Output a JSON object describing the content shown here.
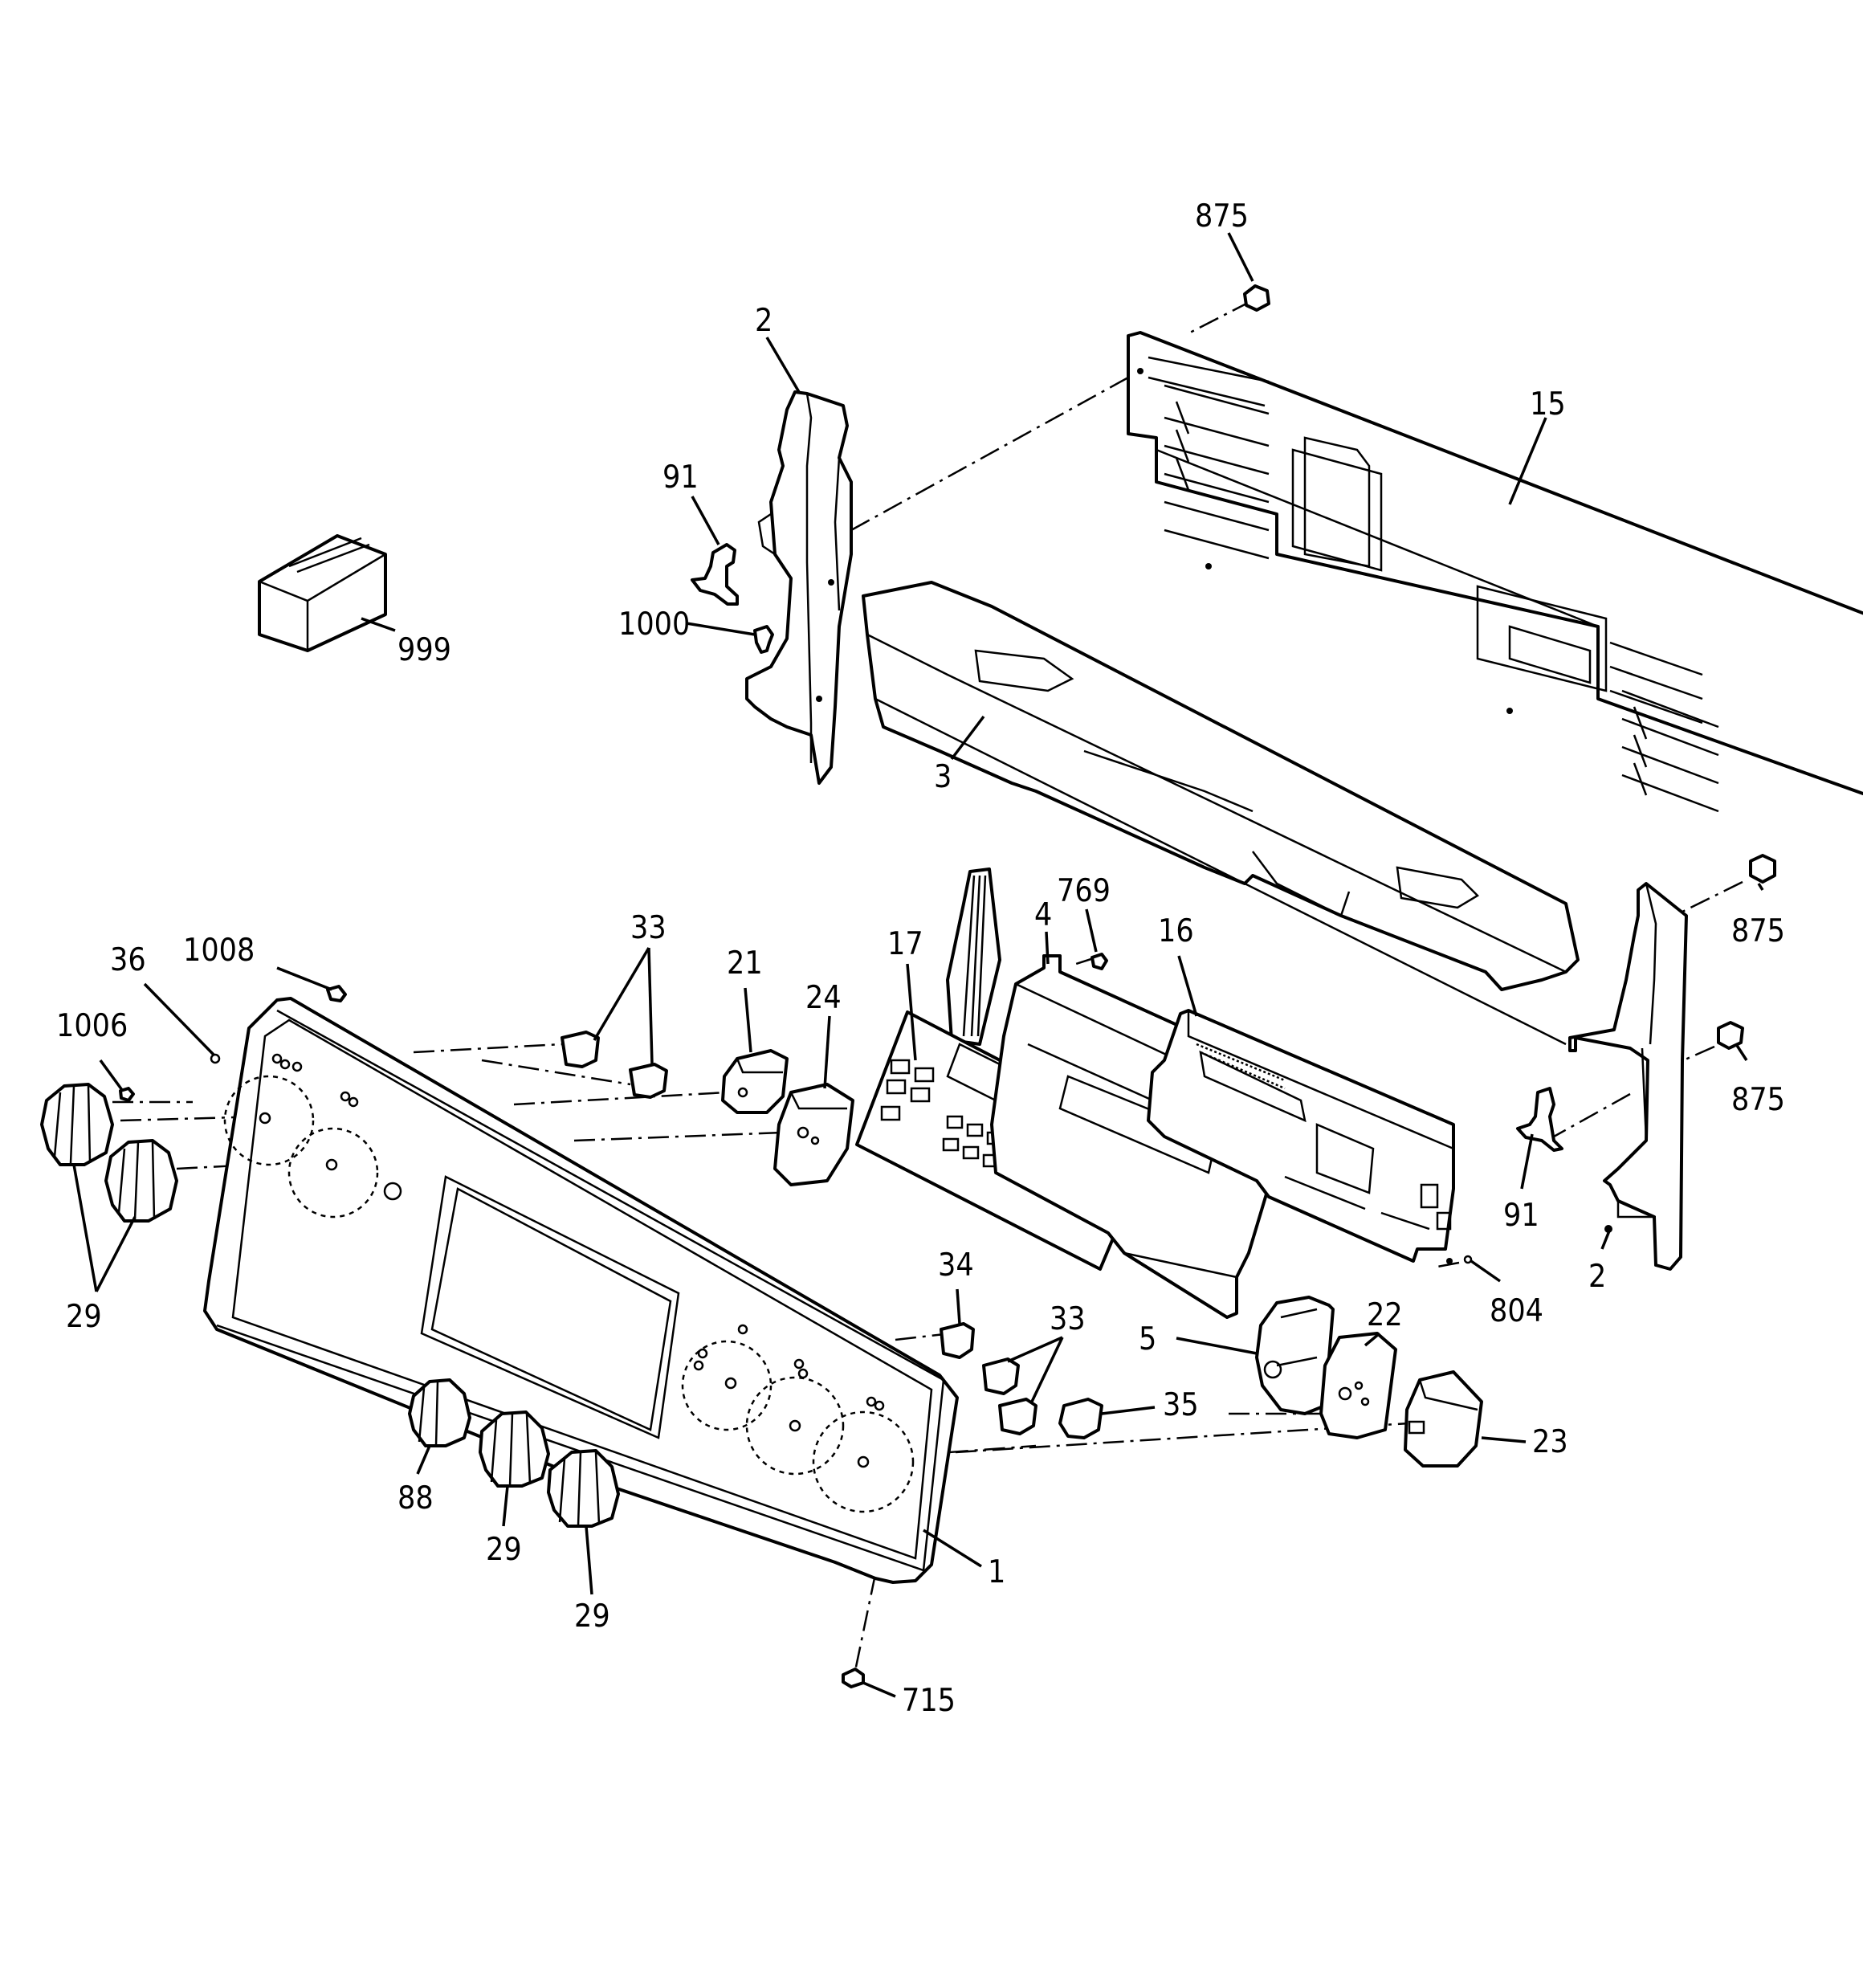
{
  "labels": [
    "875",
    "15",
    "2",
    "91",
    "1000",
    "999",
    "3",
    "875",
    "875",
    "91",
    "2",
    "17",
    "4",
    "769",
    "16",
    "804",
    "33",
    "21",
    "24",
    "36",
    "1008",
    "1006",
    "29",
    "34",
    "33",
    "35",
    "5",
    "22",
    "23",
    "88",
    "29",
    "29",
    "1",
    "715"
  ]
}
